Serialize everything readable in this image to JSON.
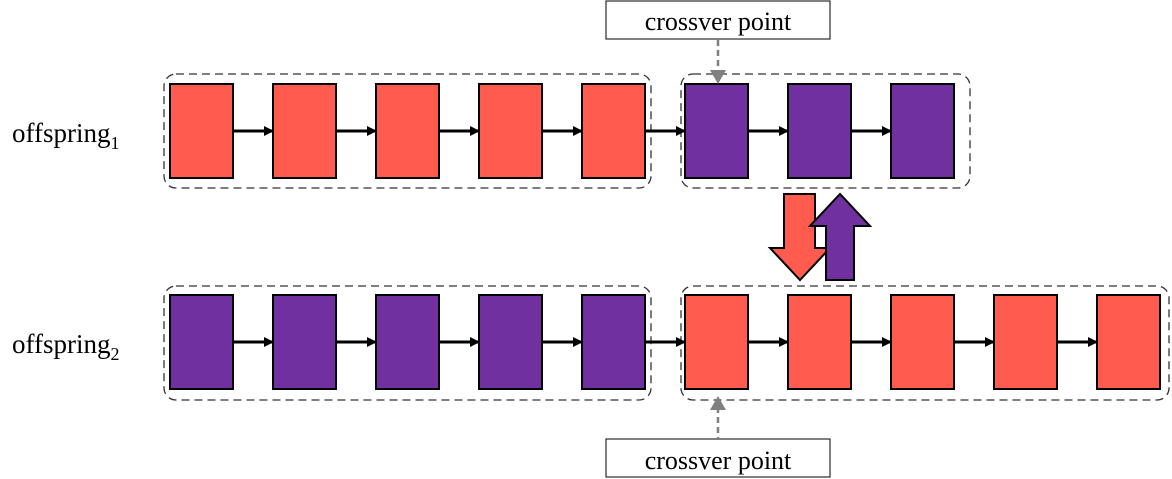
{
  "rows": [
    {
      "name_text": "offspring",
      "name_sub": "1",
      "genes": [
        "red",
        "red",
        "red",
        "red",
        "red",
        "purple",
        "purple",
        "purple"
      ]
    },
    {
      "name_text": "offspring",
      "name_sub": "2",
      "genes": [
        "purple",
        "purple",
        "purple",
        "purple",
        "purple",
        "red",
        "red",
        "red",
        "red",
        "red"
      ]
    }
  ],
  "crossover_labels": {
    "top": "crossver point",
    "bottom": "crossver point"
  },
  "colors": {
    "red": "#FF5B4F",
    "purple": "#7030A0",
    "arrow_gray": "#808080",
    "outline": "#000000"
  }
}
